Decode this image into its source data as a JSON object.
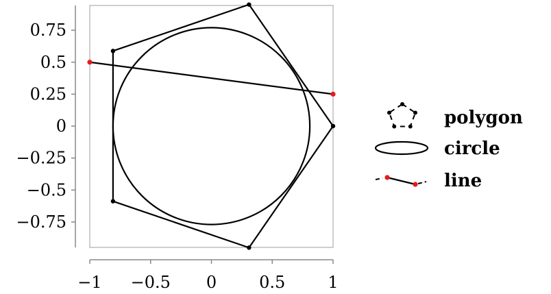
{
  "chart_data": {
    "type": "line",
    "title": "",
    "xlabel": "",
    "ylabel": "",
    "xlim": [
      -1.1,
      1.1
    ],
    "ylim": [
      -1.0,
      1.0
    ],
    "x_ticks": [
      {
        "value": -1,
        "label": "−1"
      },
      {
        "value": -0.5,
        "label": "−0.5"
      },
      {
        "value": 0,
        "label": "0"
      },
      {
        "value": 0.5,
        "label": "0.5"
      },
      {
        "value": 1,
        "label": "1"
      }
    ],
    "y_ticks": [
      {
        "value": 0.75,
        "label": "0.75"
      },
      {
        "value": 0.5,
        "label": "0.5"
      },
      {
        "value": 0.25,
        "label": "0.25"
      },
      {
        "value": 0,
        "label": "0"
      },
      {
        "value": -0.25,
        "label": "−0.25"
      },
      {
        "value": -0.5,
        "label": "−0.5"
      },
      {
        "value": -0.75,
        "label": "−0.75"
      }
    ],
    "legend_position": "right",
    "series": [
      {
        "name": "polygon",
        "kind": "polygon",
        "color": "#000000",
        "marker_color": "#000000",
        "points": [
          [
            1,
            0
          ],
          [
            0.309,
            0.951
          ],
          [
            -0.809,
            0.588
          ],
          [
            -0.809,
            -0.588
          ],
          [
            0.309,
            -0.951
          ]
        ]
      },
      {
        "name": "circle",
        "kind": "circle",
        "color": "#000000",
        "center": [
          0,
          0
        ],
        "radius": 0.809
      },
      {
        "name": "line",
        "kind": "line",
        "color": "#000000",
        "marker_color": "#e41a1c",
        "points": [
          [
            -1,
            0.5
          ],
          [
            1,
            0.25
          ]
        ]
      }
    ],
    "legend": [
      {
        "label": "polygon"
      },
      {
        "label": "circle"
      },
      {
        "label": "line"
      }
    ]
  }
}
